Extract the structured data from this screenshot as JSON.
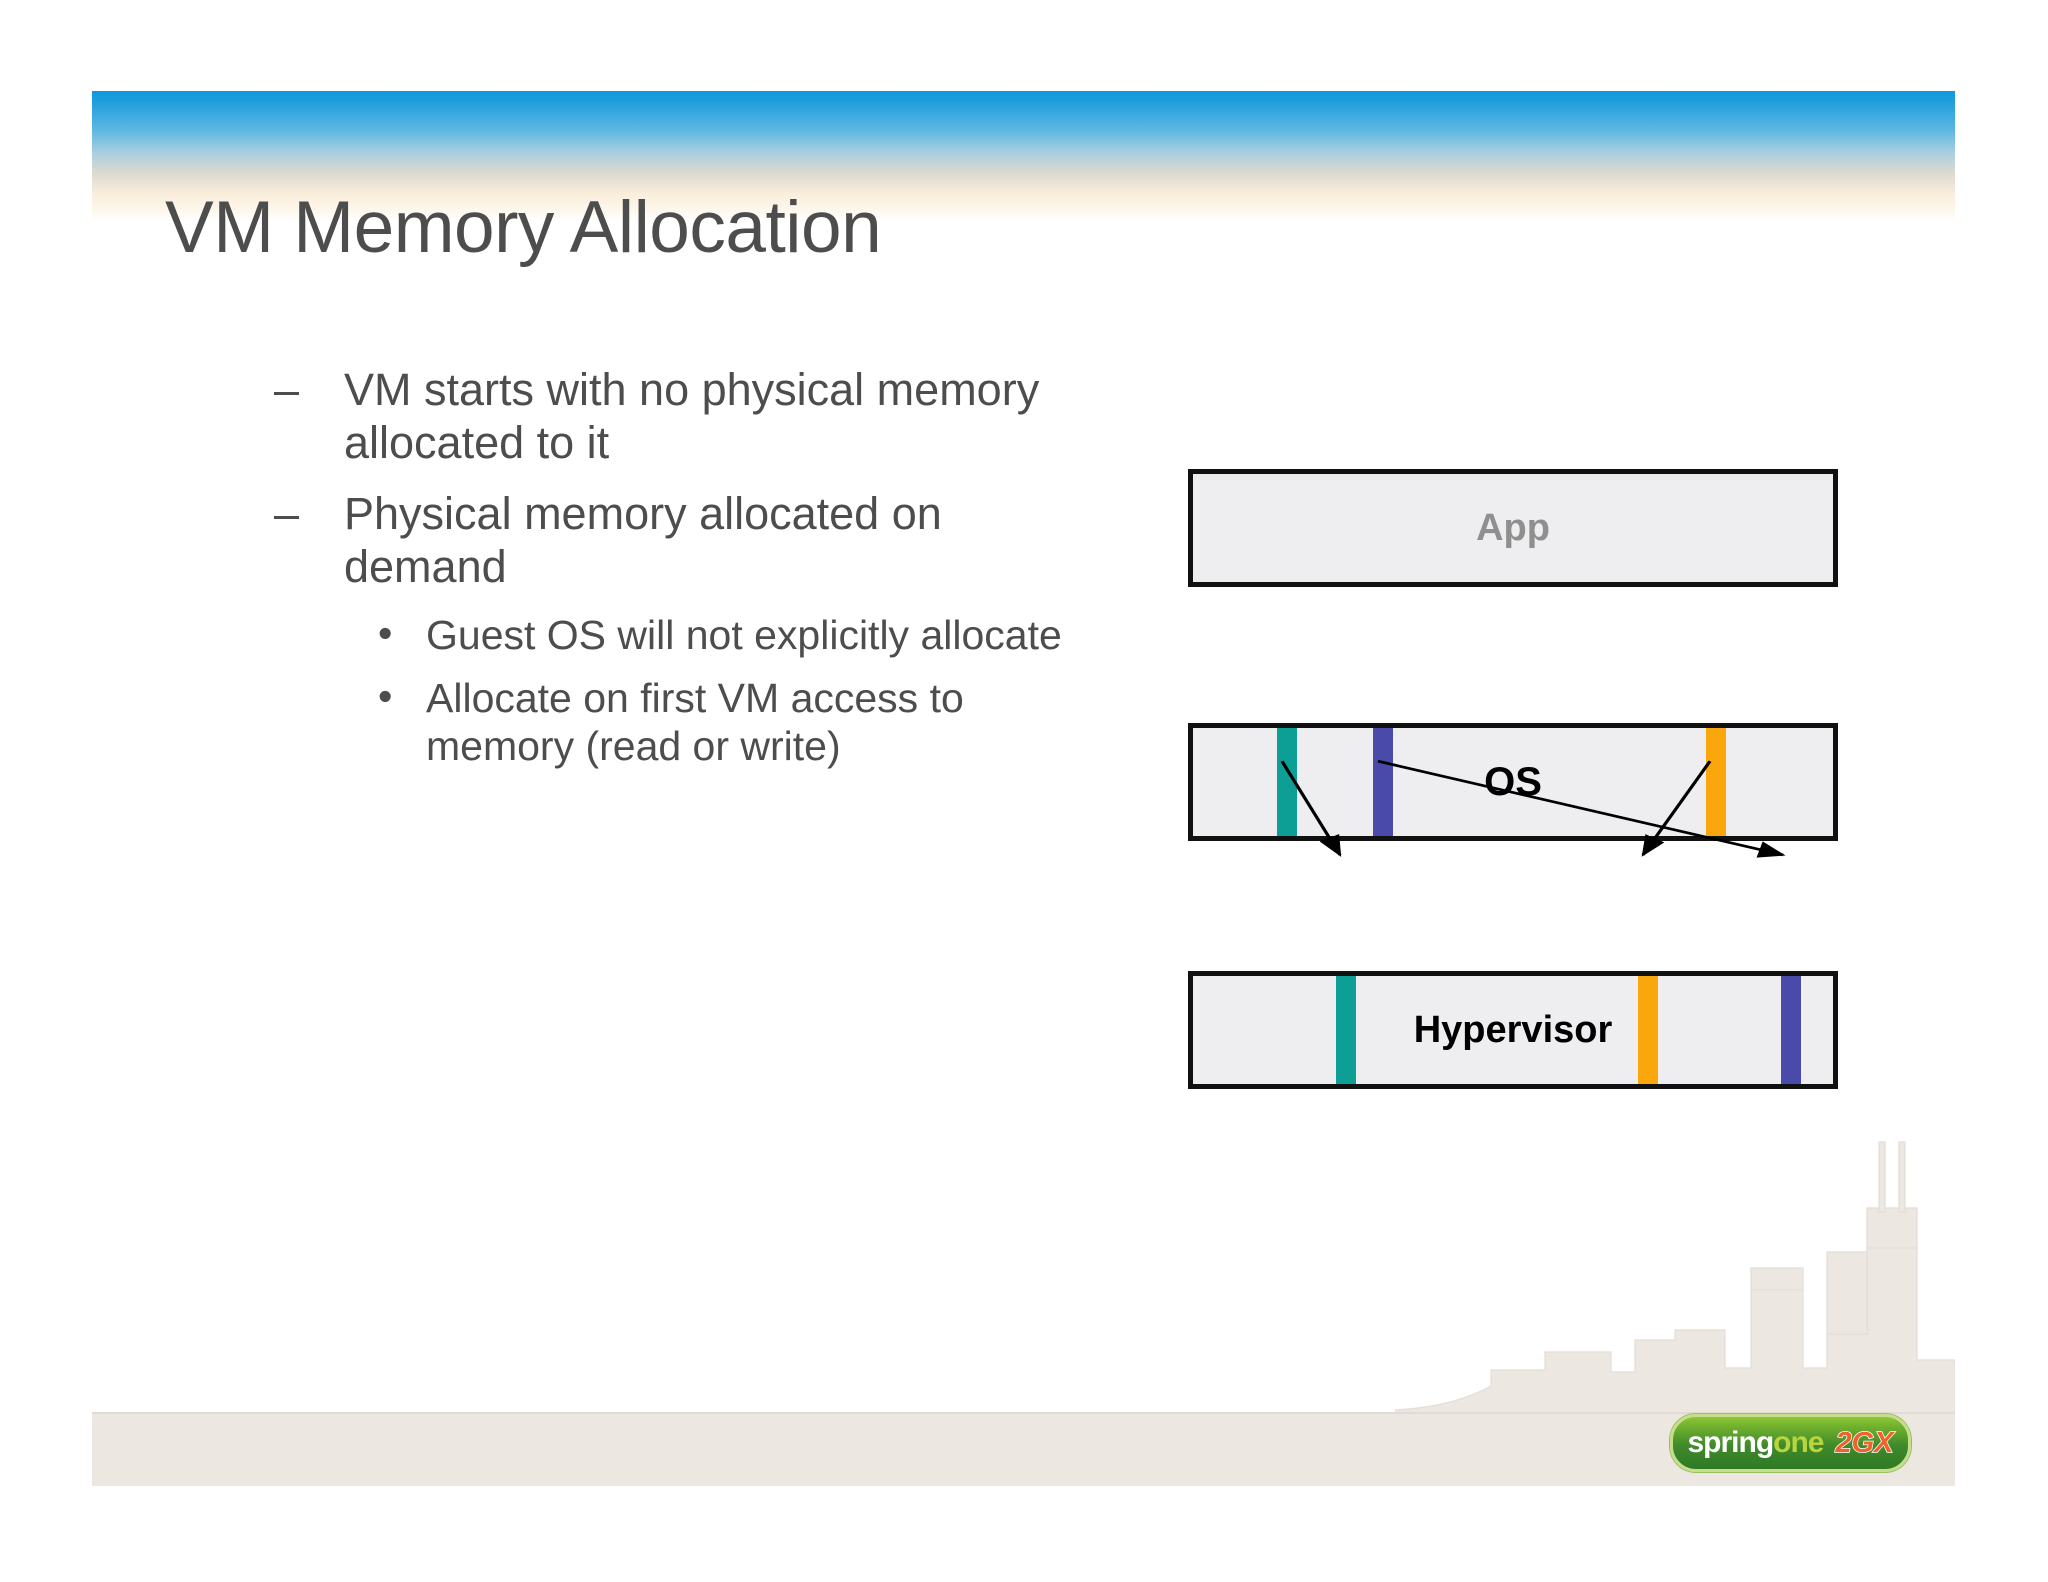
{
  "slide": {
    "title": "VM Memory Allocation",
    "theme": {
      "band_top_color": "#0d9ade",
      "band_bottom_color": "#fdf6ea",
      "title_color": "#4d4d4d",
      "body_text_color": "#4d4d4d",
      "footer_band_color": "#ece7e1",
      "skyline_color": "#ece8e1"
    }
  },
  "bullets": {
    "level1": [
      {
        "marker": "–",
        "text": "VM starts with no physical memory allocated to it"
      },
      {
        "marker": "–",
        "text": "Physical memory allocated on demand"
      }
    ],
    "level2": [
      {
        "marker": "•",
        "text": "Guest OS will not explicitly allocate"
      },
      {
        "marker": "•",
        "text": "Allocate on first VM access to memory (read or write)"
      }
    ]
  },
  "diagram": {
    "type": "memory-mapping",
    "boxes": [
      {
        "id": "app",
        "label": "App",
        "label_color": "#8f8f8f",
        "fill": "#eeedef",
        "border": "#111111",
        "pages": []
      },
      {
        "id": "os",
        "label": "OS",
        "label_color": "#000000",
        "fill": "#eeedef",
        "border": "#111111",
        "pages": [
          {
            "name": "page-teal",
            "color": "#0d9e96"
          },
          {
            "name": "page-blue",
            "color": "#4a4aaa"
          },
          {
            "name": "page-orange",
            "color": "#fba60d"
          }
        ]
      },
      {
        "id": "hypervisor",
        "label": "Hypervisor",
        "label_color": "#000000",
        "fill": "#eeedef",
        "border": "#111111",
        "pages": [
          {
            "name": "page-teal",
            "color": "#0d9e96"
          },
          {
            "name": "page-orange",
            "color": "#fba60d"
          },
          {
            "name": "page-blue",
            "color": "#4a4aaa"
          }
        ]
      }
    ],
    "mappings": [
      {
        "name": "teal-mapping",
        "from": "os.page-teal",
        "to": "hypervisor.page-teal"
      },
      {
        "name": "blue-mapping",
        "from": "os.page-blue",
        "to": "hypervisor.page-blue"
      },
      {
        "name": "orange-mapping",
        "from": "os.page-orange",
        "to": "hypervisor.page-orange"
      }
    ]
  },
  "logo": {
    "part1": "spring",
    "part2": "one",
    "part3": "2GX",
    "color1": "#ffffff",
    "color2": "#b9d43c",
    "color3": "#f0622a"
  }
}
